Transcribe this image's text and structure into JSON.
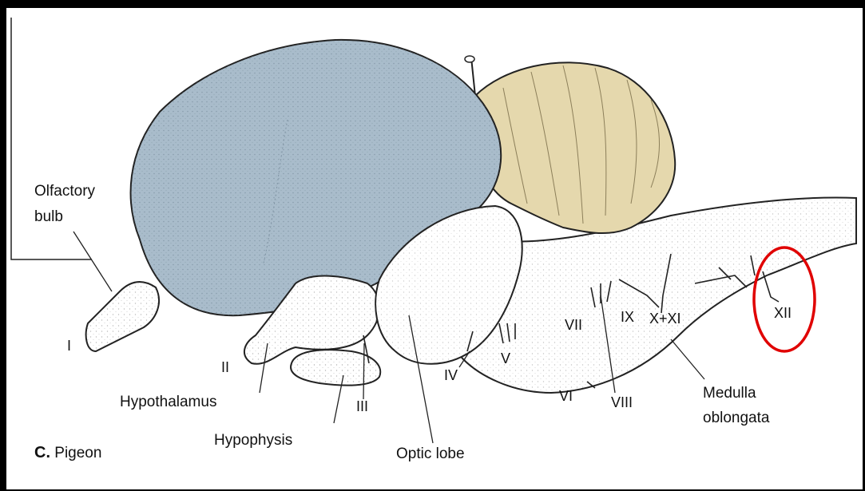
{
  "labels": {
    "olfactory_bulb_line1": "Olfactory",
    "olfactory_bulb_line2": "bulb",
    "hypothalamus": "Hypothalamus",
    "hypophysis": "Hypophysis",
    "optic_lobe": "Optic lobe",
    "medulla_line1": "Medulla",
    "medulla_line2": "oblongata"
  },
  "nerves": {
    "I": "I",
    "II": "II",
    "III": "III",
    "IV": "IV",
    "V": "V",
    "VI": "VI",
    "VII": "VII",
    "VIII": "VIII",
    "IX": "IX",
    "X_XI": "X+XI",
    "XII": "XII"
  },
  "caption": {
    "letter": "C.",
    "species": "Pigeon"
  },
  "highlight": {
    "target": "XII",
    "color": "#e00000"
  },
  "colors": {
    "cerebrum": "#a9bccb",
    "cerebellum": "#e5d8ad",
    "brainstem": "#ffffff",
    "outline": "#222222"
  }
}
